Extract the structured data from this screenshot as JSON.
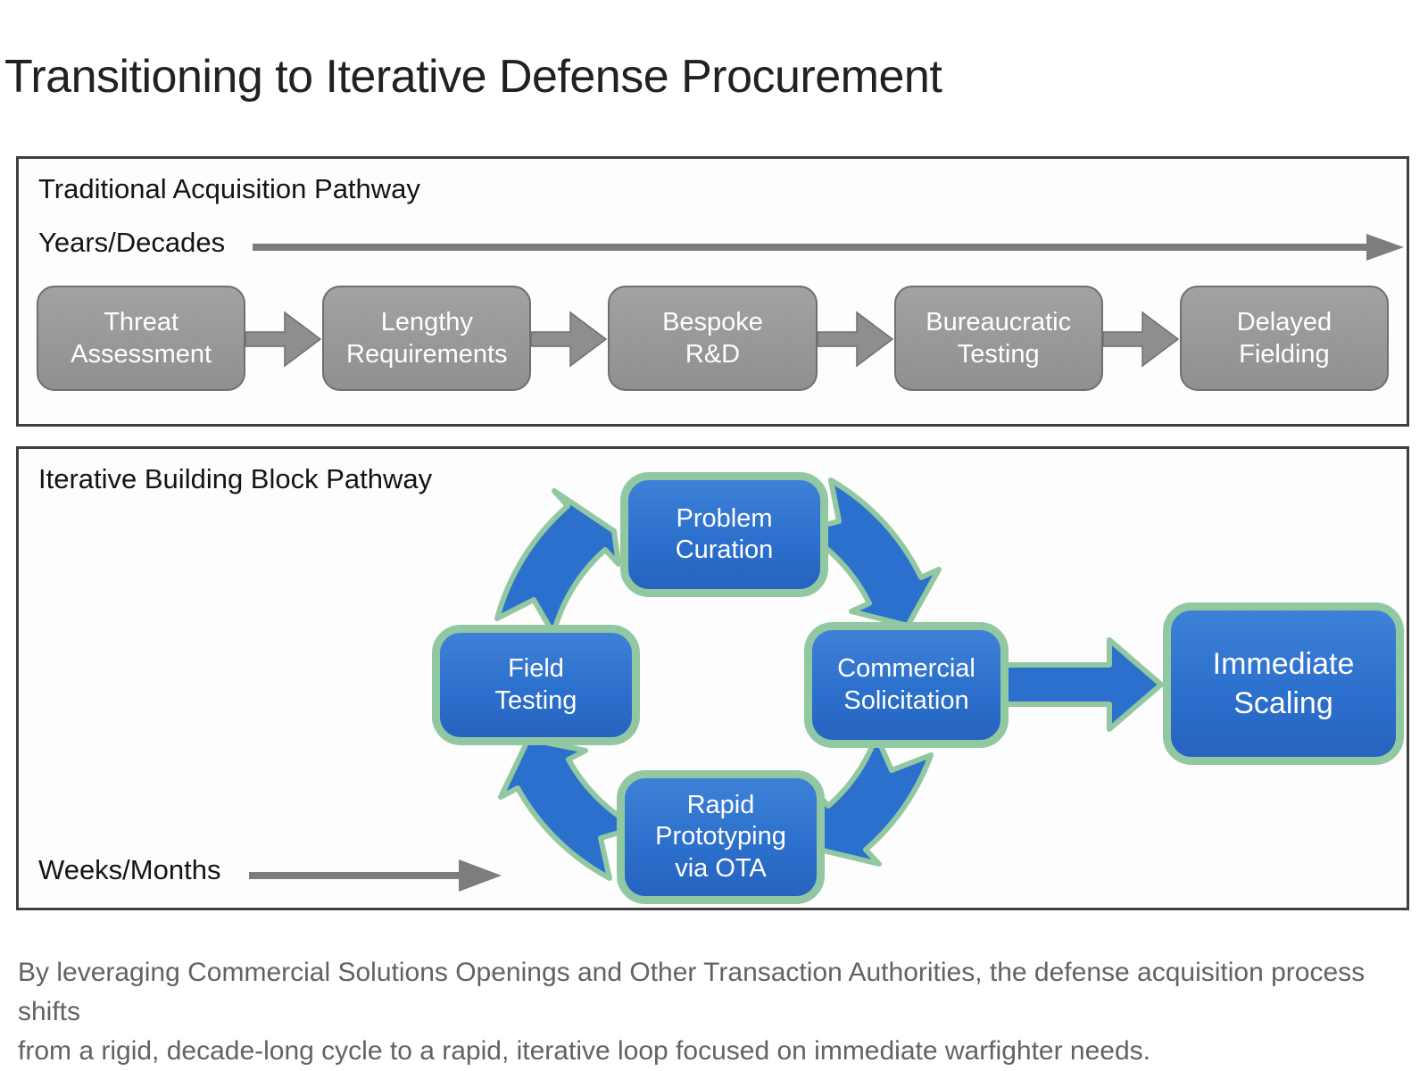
{
  "page": {
    "title": "Transitioning to Iterative Defense Procurement"
  },
  "traditional": {
    "title": "Traditional Acquisition Pathway",
    "timescale": "Years/Decades",
    "stages": [
      {
        "label": "Threat\nAssessment"
      },
      {
        "label": "Lengthy\nRequirements"
      },
      {
        "label": "Bespoke\nR&D"
      },
      {
        "label": "Bureaucratic\nTesting"
      },
      {
        "label": "Delayed\nFielding"
      }
    ]
  },
  "iterative": {
    "title": "Iterative Building Block Pathway",
    "timescale": "Weeks/Months",
    "cycle": [
      {
        "label": "Problem\nCuration"
      },
      {
        "label": "Commercial\nSolicitation"
      },
      {
        "label": "Rapid\nPrototyping\nvia OTA"
      },
      {
        "label": "Field\nTesting"
      }
    ],
    "outcome": {
      "label": "Immediate\nScaling"
    }
  },
  "caption": {
    "lines": [
      "By leveraging Commercial Solutions Openings and Other Transaction Authorities, the defense acquisition process shifts",
      "from a rigid, decade-long cycle to a rapid, iterative loop focused on immediate warfighter needs."
    ]
  },
  "colors": {
    "stage_gray": "#9a9a9a",
    "stage_border": "#6f6f6f",
    "flow_arrow_gray": "#8e8e8e",
    "timeline_arrow_gray": "#7d7d7d",
    "cycle_blue": "#2c70cd",
    "cycle_green_outline": "#92c8a1",
    "caption_gray": "#5f6368"
  }
}
